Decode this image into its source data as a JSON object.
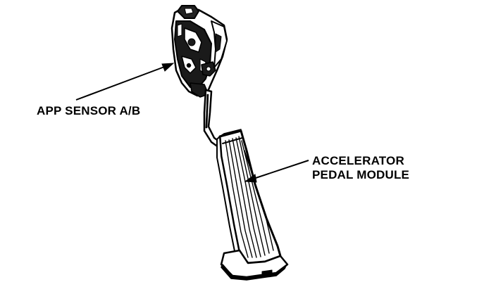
{
  "labels": {
    "sensor": "APP SENSOR A/B",
    "pedal_line1": "ACCELERATOR",
    "pedal_line2": "PEDAL MODULE"
  },
  "colors": {
    "ink": "#000000",
    "paper": "#ffffff"
  }
}
